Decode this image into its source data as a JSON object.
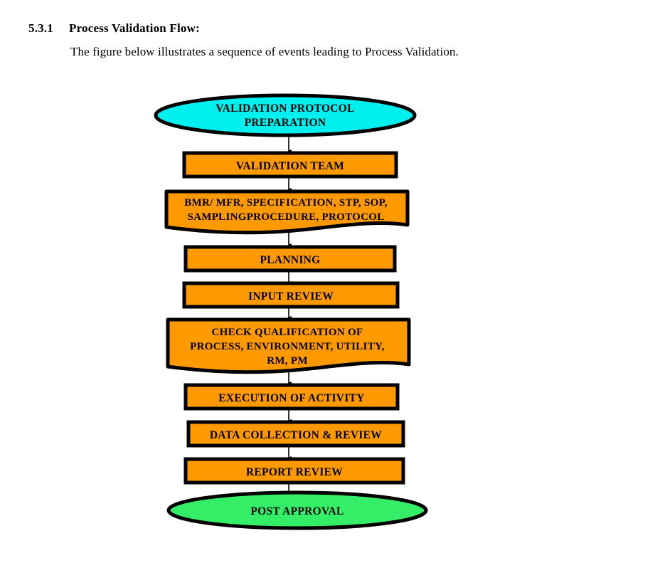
{
  "heading": {
    "number": "5.3.1",
    "title": "Process Validation Flow:",
    "intro": "The figure below illustrates a sequence of events leading to Process Validation."
  },
  "colors": {
    "start_fill": "#00f0f0",
    "process_fill": "#ff9900",
    "end_fill": "#33ee66",
    "stroke": "#000000",
    "text": "#000000",
    "page_background": "#ffffff"
  },
  "chart_data": {
    "type": "diagram",
    "diagram_kind": "flowchart",
    "orientation": "top-to-bottom",
    "title": "Process Validation Flow",
    "nodes": [
      {
        "id": "n1",
        "shape": "ellipse",
        "fill": "#00f0f0",
        "lines": [
          "VALIDATION PROTOCOL",
          "PREPARATION"
        ],
        "text": "VALIDATION PROTOCOL PREPARATION"
      },
      {
        "id": "n2",
        "shape": "rectangle",
        "fill": "#ff9900",
        "lines": [
          "VALIDATION TEAM"
        ],
        "text": "VALIDATION TEAM"
      },
      {
        "id": "n3",
        "shape": "document",
        "fill": "#ff9900",
        "lines": [
          "BMR/ MFR, SPECIFICATION, STP, SOP,",
          "SAMPLINGPROCEDURE, PROTOCOL"
        ],
        "text": "BMR/ MFR, SPECIFICATION, STP, SOP, SAMPLINGPROCEDURE, PROTOCOL"
      },
      {
        "id": "n4",
        "shape": "rectangle",
        "fill": "#ff9900",
        "lines": [
          "PLANNING"
        ],
        "text": "PLANNING"
      },
      {
        "id": "n5",
        "shape": "rectangle",
        "fill": "#ff9900",
        "lines": [
          "INPUT REVIEW"
        ],
        "text": "INPUT REVIEW"
      },
      {
        "id": "n6",
        "shape": "document",
        "fill": "#ff9900",
        "lines": [
          "CHECK QUALIFICATION OF",
          "PROCESS, ENVIRONMENT, UTILITY,",
          "RM, PM"
        ],
        "text": "CHECK QUALIFICATION OF PROCESS, ENVIRONMENT, UTILITY, RM, PM"
      },
      {
        "id": "n7",
        "shape": "rectangle",
        "fill": "#ff9900",
        "lines": [
          "EXECUTION OF ACTIVITY"
        ],
        "text": "EXECUTION OF ACTIVITY"
      },
      {
        "id": "n8",
        "shape": "rectangle",
        "fill": "#ff9900",
        "lines": [
          "DATA COLLECTION & REVIEW"
        ],
        "text": "DATA COLLECTION & REVIEW"
      },
      {
        "id": "n9",
        "shape": "rectangle",
        "fill": "#ff9900",
        "lines": [
          "REPORT REVIEW"
        ],
        "text": "REPORT REVIEW"
      },
      {
        "id": "n10",
        "shape": "ellipse",
        "fill": "#33ee66",
        "lines": [
          "POST APPROVAL"
        ],
        "text": "POST APPROVAL"
      }
    ],
    "edges": [
      {
        "from": "n1",
        "to": "n2",
        "style": "arrow"
      },
      {
        "from": "n2",
        "to": "n3",
        "style": "arrow"
      },
      {
        "from": "n3",
        "to": "n4",
        "style": "arrow"
      },
      {
        "from": "n4",
        "to": "n5",
        "style": "arrow"
      },
      {
        "from": "n5",
        "to": "n6",
        "style": "arrow"
      },
      {
        "from": "n6",
        "to": "n7",
        "style": "arrow"
      },
      {
        "from": "n7",
        "to": "n8",
        "style": "arrow"
      },
      {
        "from": "n8",
        "to": "n9",
        "style": "arrow"
      },
      {
        "from": "n9",
        "to": "n10",
        "style": "arrow"
      }
    ]
  }
}
